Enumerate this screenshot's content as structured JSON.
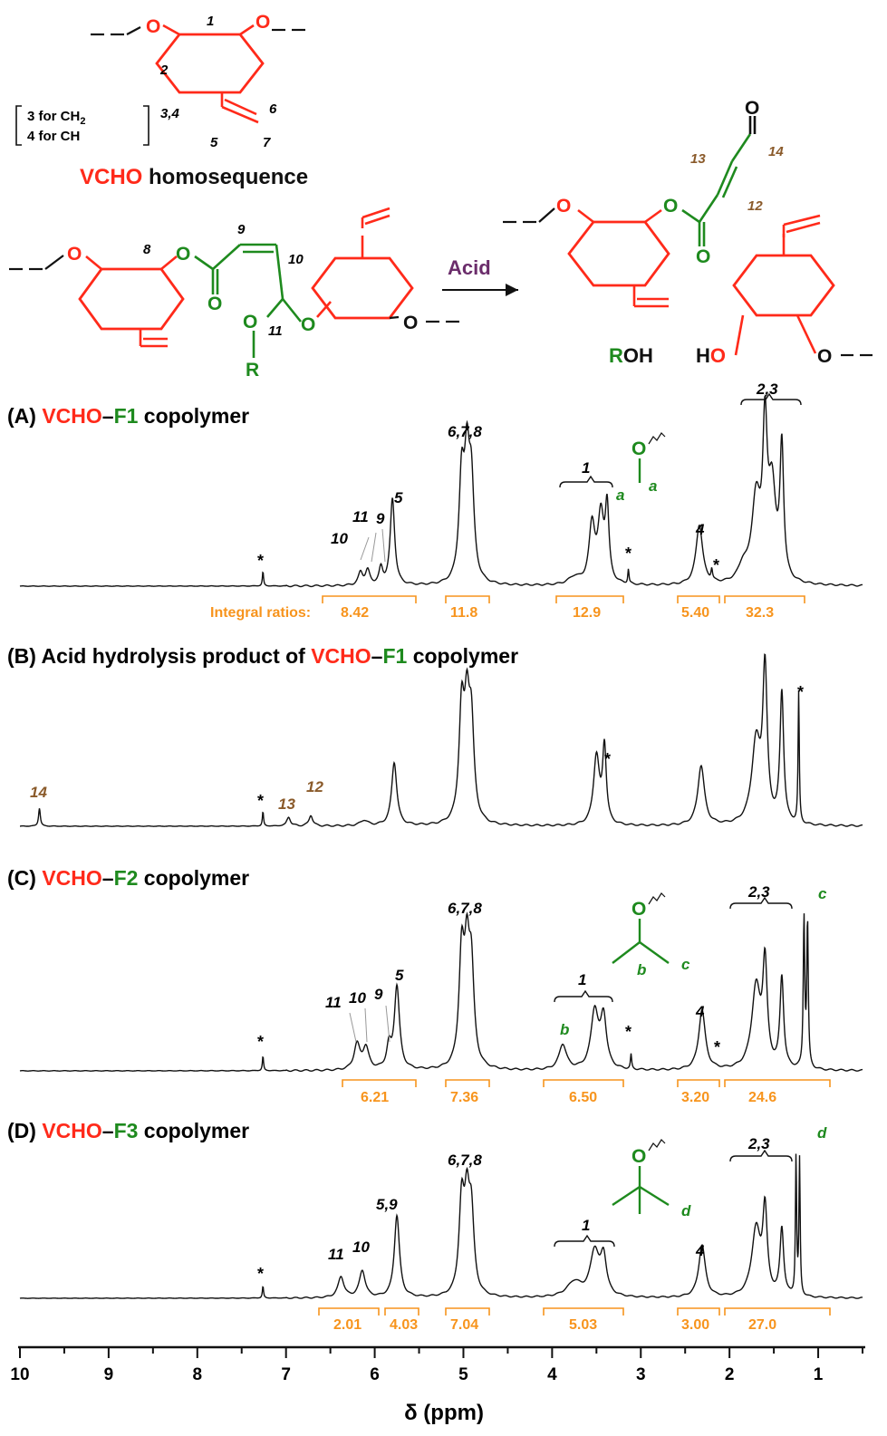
{
  "colors": {
    "red": "#ff2a1a",
    "green": "#1e8a1e",
    "brown": "#8a5a2a",
    "purple": "#6b2d6b",
    "orange": "#f7941d",
    "black": "#111111"
  },
  "scheme": {
    "vcho_label": "VCHO",
    "homoseq_label": "homosequence",
    "note_line1": "3 for CH",
    "note_line1_sub": "2",
    "note_line2": "4 for CH",
    "acid_label": "Acid",
    "roh_r": "R",
    "roh_oh": "OH",
    "ho_h": "H",
    "ho_o": "O",
    "o": "O",
    "r": "R",
    "numbers": {
      "n1": "1",
      "n2": "2",
      "n34": "3,4",
      "n5": "5",
      "n6": "6",
      "n7": "7",
      "n8": "8",
      "n9": "9",
      "n10": "10",
      "n11": "11",
      "n12": "12",
      "n13": "13",
      "n14": "14"
    }
  },
  "panels": {
    "A": {
      "prefix": "(A) ",
      "vcho": "VCHO",
      "dash": "–",
      "f": "F1",
      "suffix": " copolymer"
    },
    "B": {
      "prefix": "(B) Acid hydrolysis product of ",
      "vcho": "VCHO",
      "dash": "–",
      "f": "F1",
      "suffix": " copolymer"
    },
    "C": {
      "prefix": "(C) ",
      "vcho": "VCHO",
      "dash": "–",
      "f": "F2",
      "suffix": " copolymer"
    },
    "D": {
      "prefix": "(D) ",
      "vcho": "VCHO",
      "dash": "–",
      "f": "F3",
      "suffix": " copolymer"
    }
  },
  "integral_prefix": "Integral ratios: ",
  "chart_data": {
    "type": "line",
    "xlabel": "δ (ppm)",
    "x_axis": {
      "min": 0.5,
      "max": 10,
      "reversed": true,
      "ticks": [
        10,
        9,
        8,
        7,
        6,
        5,
        4,
        3,
        2,
        1
      ]
    },
    "series": [
      {
        "name": "(A) VCHO–F1 copolymer",
        "peaks": [
          {
            "ppm": 7.26,
            "h": 0.08,
            "w": 0.008
          },
          {
            "ppm": 6.16,
            "h": 0.07,
            "w": 0.03
          },
          {
            "ppm": 6.08,
            "h": 0.08,
            "w": 0.03
          },
          {
            "ppm": 5.93,
            "h": 0.09,
            "w": 0.025
          },
          {
            "ppm": 5.8,
            "h": 0.48,
            "w": 0.03
          },
          {
            "ppm": 5.02,
            "h": 0.55,
            "w": 0.035
          },
          {
            "ppm": 4.96,
            "h": 0.6,
            "w": 0.035
          },
          {
            "ppm": 4.91,
            "h": 0.5,
            "w": 0.035
          },
          {
            "ppm": 3.55,
            "h": 0.32,
            "w": 0.04
          },
          {
            "ppm": 3.45,
            "h": 0.36,
            "w": 0.04
          },
          {
            "ppm": 3.38,
            "h": 0.4,
            "w": 0.025
          },
          {
            "ppm": 3.75,
            "h": 0.04,
            "w": 0.08
          },
          {
            "ppm": 3.14,
            "h": 0.08,
            "w": 0.008
          },
          {
            "ppm": 2.34,
            "h": 0.33,
            "w": 0.045
          },
          {
            "ppm": 2.2,
            "h": 0.06,
            "w": 0.01
          },
          {
            "ppm": 1.7,
            "h": 0.45,
            "w": 0.06
          },
          {
            "ppm": 1.6,
            "h": 0.78,
            "w": 0.03
          },
          {
            "ppm": 1.52,
            "h": 0.5,
            "w": 0.05
          },
          {
            "ppm": 1.41,
            "h": 0.72,
            "w": 0.025
          },
          {
            "ppm": 1.85,
            "h": 0.08,
            "w": 0.06
          }
        ],
        "labels": [
          "10",
          "11",
          "9",
          "5",
          "6,7,8",
          "1",
          "4",
          "2,3"
        ],
        "integrals": [
          "8.42",
          "11.8",
          "12.9",
          "5.40",
          "32.3"
        ]
      },
      {
        "name": "(B) Acid hydrolysis product of VCHO–F1 copolymer",
        "peaks": [
          {
            "ppm": 9.78,
            "h": 0.1,
            "w": 0.012
          },
          {
            "ppm": 7.26,
            "h": 0.08,
            "w": 0.008
          },
          {
            "ppm": 6.97,
            "h": 0.05,
            "w": 0.025
          },
          {
            "ppm": 6.72,
            "h": 0.06,
            "w": 0.025
          },
          {
            "ppm": 6.12,
            "h": 0.03,
            "w": 0.05
          },
          {
            "ppm": 5.78,
            "h": 0.35,
            "w": 0.035
          },
          {
            "ppm": 5.02,
            "h": 0.6,
            "w": 0.035
          },
          {
            "ppm": 4.96,
            "h": 0.55,
            "w": 0.035
          },
          {
            "ppm": 4.91,
            "h": 0.5,
            "w": 0.035
          },
          {
            "ppm": 3.5,
            "h": 0.38,
            "w": 0.04
          },
          {
            "ppm": 3.41,
            "h": 0.42,
            "w": 0.025
          },
          {
            "ppm": 2.32,
            "h": 0.33,
            "w": 0.045
          },
          {
            "ppm": 1.7,
            "h": 0.45,
            "w": 0.06
          },
          {
            "ppm": 1.6,
            "h": 0.82,
            "w": 0.03
          },
          {
            "ppm": 1.41,
            "h": 0.72,
            "w": 0.025
          },
          {
            "ppm": 1.22,
            "h": 0.72,
            "w": 0.008
          }
        ],
        "labels": [
          "14",
          "13",
          "12"
        ]
      },
      {
        "name": "(C) VCHO–F2 copolymer",
        "peaks": [
          {
            "ppm": 7.26,
            "h": 0.08,
            "w": 0.008
          },
          {
            "ppm": 6.2,
            "h": 0.14,
            "w": 0.04
          },
          {
            "ppm": 6.1,
            "h": 0.12,
            "w": 0.04
          },
          {
            "ppm": 5.84,
            "h": 0.12,
            "w": 0.03
          },
          {
            "ppm": 5.75,
            "h": 0.46,
            "w": 0.035
          },
          {
            "ppm": 5.02,
            "h": 0.6,
            "w": 0.035
          },
          {
            "ppm": 4.96,
            "h": 0.55,
            "w": 0.035
          },
          {
            "ppm": 4.91,
            "h": 0.5,
            "w": 0.035
          },
          {
            "ppm": 3.88,
            "h": 0.14,
            "w": 0.05
          },
          {
            "ppm": 3.52,
            "h": 0.32,
            "w": 0.05
          },
          {
            "ppm": 3.42,
            "h": 0.28,
            "w": 0.04
          },
          {
            "ppm": 3.11,
            "h": 0.08,
            "w": 0.008
          },
          {
            "ppm": 2.31,
            "h": 0.33,
            "w": 0.045
          },
          {
            "ppm": 1.7,
            "h": 0.45,
            "w": 0.06
          },
          {
            "ppm": 1.6,
            "h": 0.55,
            "w": 0.03
          },
          {
            "ppm": 1.41,
            "h": 0.5,
            "w": 0.025
          },
          {
            "ppm": 1.16,
            "h": 0.82,
            "w": 0.01
          },
          {
            "ppm": 1.12,
            "h": 0.8,
            "w": 0.01
          }
        ],
        "labels": [
          "11",
          "10",
          "9",
          "5",
          "6,7,8",
          "1",
          "4",
          "2,3"
        ],
        "integrals": [
          "6.21",
          "7.36",
          "6.50",
          "3.20",
          "24.6"
        ]
      },
      {
        "name": "(D) VCHO–F3 copolymer",
        "peaks": [
          {
            "ppm": 7.26,
            "h": 0.08,
            "w": 0.008
          },
          {
            "ppm": 6.38,
            "h": 0.14,
            "w": 0.04
          },
          {
            "ppm": 6.14,
            "h": 0.18,
            "w": 0.04
          },
          {
            "ppm": 5.75,
            "h": 0.55,
            "w": 0.035
          },
          {
            "ppm": 5.02,
            "h": 0.6,
            "w": 0.035
          },
          {
            "ppm": 4.96,
            "h": 0.55,
            "w": 0.035
          },
          {
            "ppm": 4.91,
            "h": 0.5,
            "w": 0.035
          },
          {
            "ppm": 3.52,
            "h": 0.3,
            "w": 0.06
          },
          {
            "ppm": 3.42,
            "h": 0.25,
            "w": 0.04
          },
          {
            "ppm": 3.75,
            "h": 0.1,
            "w": 0.1
          },
          {
            "ppm": 2.31,
            "h": 0.35,
            "w": 0.045
          },
          {
            "ppm": 1.7,
            "h": 0.45,
            "w": 0.06
          },
          {
            "ppm": 1.6,
            "h": 0.55,
            "w": 0.03
          },
          {
            "ppm": 1.41,
            "h": 0.45,
            "w": 0.025
          },
          {
            "ppm": 1.25,
            "h": 0.92,
            "w": 0.008
          },
          {
            "ppm": 1.21,
            "h": 0.9,
            "w": 0.008
          }
        ],
        "labels": [
          "11",
          "10",
          "5,9",
          "6,7,8",
          "1",
          "4",
          "2,3"
        ],
        "integrals": [
          "2.01",
          "4.03",
          "7.04",
          "5.03",
          "3.00",
          "27.0"
        ]
      }
    ],
    "peak_letters": {
      "a": "a",
      "b": "b",
      "c": "c",
      "d": "d"
    },
    "impurity_mark": "*"
  }
}
